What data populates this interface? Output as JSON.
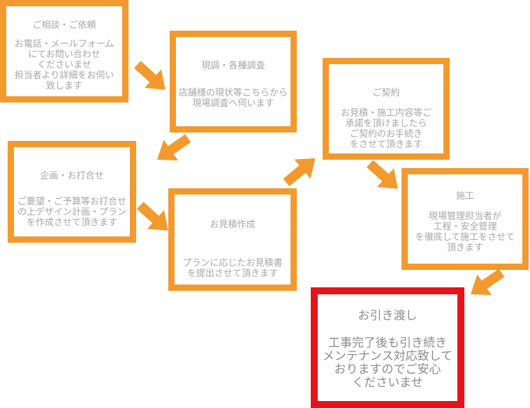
{
  "colors": {
    "step_border": "#f29a2e",
    "final_border": "#e8131a",
    "arrow": "#f29a2e",
    "text": "#a6a6a6"
  },
  "steps": [
    {
      "title": "ご相談・ご依頼",
      "description": "お電話・メールフォーム\nにてお問い合わせ\nくださいませ\n担当者より詳細をお伺い\n致します"
    },
    {
      "title": "現調・各種調査",
      "description": "店舗様の現状等こちらから\n現場調査へ伺います"
    },
    {
      "title": "企画・お打合せ",
      "description": "ご要望・ご予算等お打合せ\nの上デザイン計画・プラン\nを作成させて頂きます"
    },
    {
      "title": "お見積作成",
      "description": "プランに応じたお見積書\nを提出させて頂きます"
    },
    {
      "title": "ご契約",
      "description": "お見積・施工内容等ご\n承諾を頂けましたら\nご契約のお手続き\nをさせて頂きます"
    },
    {
      "title": "施工",
      "description": "現場管理担当者が\n工程・安全管理\nを徹底して施工をさせて\n頂きます"
    },
    {
      "title": "お引き渡し",
      "description": "工事完了後も引き続き\nメンテナンス対応致して\nおりますのでご安心\nくださいませ"
    }
  ]
}
